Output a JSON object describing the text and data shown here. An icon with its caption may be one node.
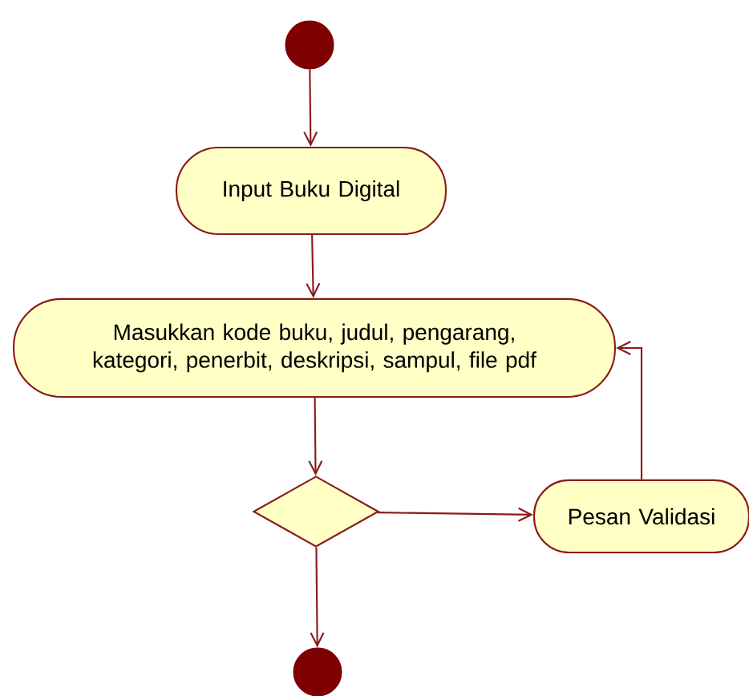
{
  "diagram": {
    "nodes": [
      {
        "text": [],
        "shape": "circle"
      },
      {
        "text": [
          "Input Buku Digital"
        ]
      },
      {
        "text": [
          "Masukkan kode buku, judul, pengarang, kategori, penerbit, deskripsi, sampul, file pdf"
        ]
      },
      {
        "text": [],
        "shape": "diamond"
      },
      {
        "text": [
          "Pesan Validasi"
        ]
      },
      {
        "text": [],
        "shape": "circle"
      }
    ],
    "edges": [
      {
        "from": 0,
        "to": 1,
        "arrow": "to"
      },
      {
        "from": 1,
        "to": 2,
        "arrow": "to"
      },
      {
        "from": 2,
        "to": 3,
        "arrow": "to"
      },
      {
        "from": 3,
        "to": 4,
        "arrow": "to"
      },
      {
        "from": 4,
        "to": 2,
        "arrow": "to"
      },
      {
        "from": 3,
        "to": 5,
        "arrow": "to"
      }
    ]
  }
}
